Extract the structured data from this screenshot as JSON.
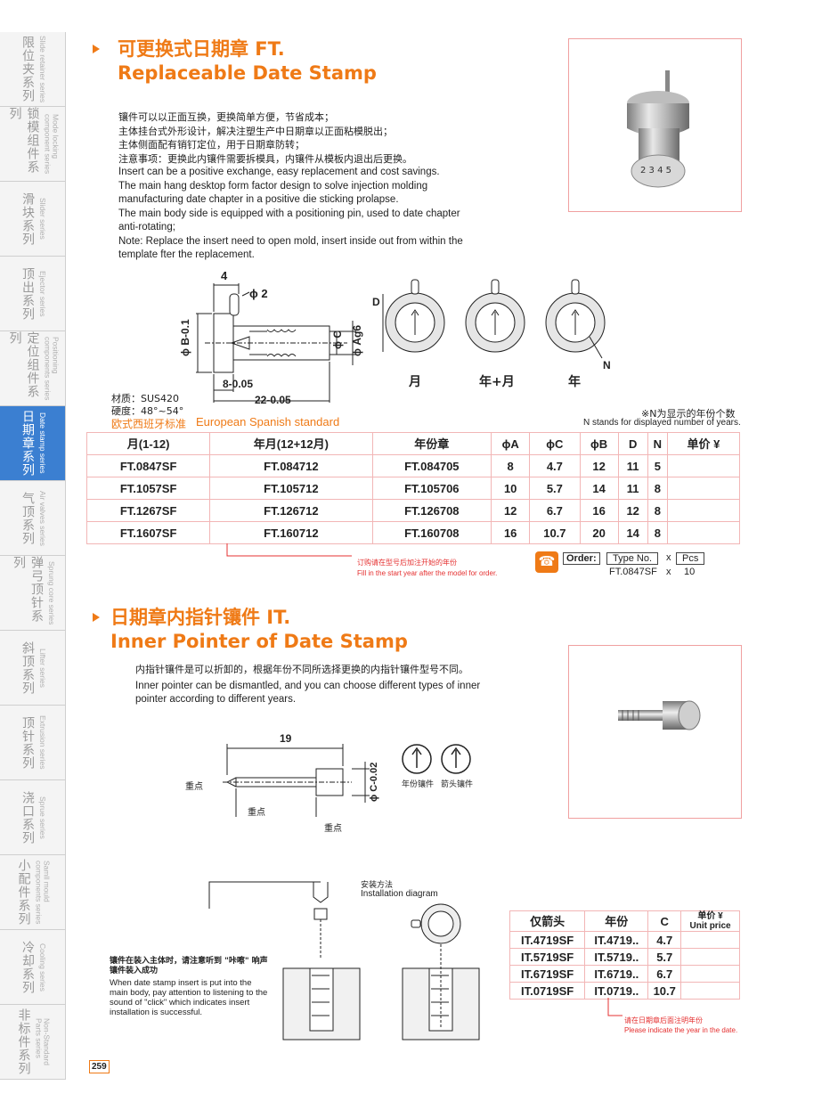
{
  "sidebar": {
    "tabs": [
      {
        "zh": "限位夹系列",
        "en": "Slide retainer series"
      },
      {
        "zh": "锁模组件系列",
        "en": "Mode locking\ncomponent series"
      },
      {
        "zh": "滑块系列",
        "en": "Slider series"
      },
      {
        "zh": "顶出系列",
        "en": "Ejector series"
      },
      {
        "zh": "定位组件系列",
        "en": "Positioning\ncomponents series"
      },
      {
        "zh": "日期章系列",
        "en": "Date stamp series"
      },
      {
        "zh": "气顶系列",
        "en": "Air valves series"
      },
      {
        "zh": "弹弓顶针系列",
        "en": "Sprung core series"
      },
      {
        "zh": "斜顶系列",
        "en": "Lifter series"
      },
      {
        "zh": "顶针系列",
        "en": "Extrusion series"
      },
      {
        "zh": "浇口系列",
        "en": "Sprue series"
      },
      {
        "zh": "小配件系列",
        "en": "Samll mould\ncomponents series"
      },
      {
        "zh": "冷却系列",
        "en": "Cooling series"
      },
      {
        "zh": "非标件系列",
        "en": "Non-Standard\nParts series"
      }
    ],
    "active_index": 5
  },
  "section1": {
    "title_zh": "可更换式日期章 FT.",
    "title_en": "Replaceable Date Stamp",
    "desc": [
      "镶件可以以正面互换，更换简单方便，节省成本；",
      "主体挂台式外形设计，解决注塑生产中日期章以正面粘模脱出；",
      "主体侧面配有销钉定位，用于日期章防转；",
      "注意事项：更换此内镶件需要拆模具，内镶件从模板内退出后更换。",
      "Insert can be a positive exchange, easy replacement and cost savings.",
      "The main hang desktop form factor design to solve injection molding",
      "manufacturing date chapter in a positive die sticking prolapse.",
      "The main body side is equipped with a positioning pin, used to date chapter",
      "anti-rotating;",
      "Note: Replace the insert need to open mold, insert inside out from within the",
      "template fter the replacement."
    ],
    "drawing": {
      "dim_4": "4",
      "dim_phi2": "ϕ 2",
      "dim_phiB": "ϕ B-0.1",
      "dim_phiC": "ϕ C",
      "dim_phiA": "ϕ Ag6",
      "dim_8": "8-0.05",
      "dim_22": "22-0.05",
      "dim_D": "D",
      "dim_N": "N",
      "label_month": "月",
      "label_yearmonth": "年+月",
      "label_year": "年"
    },
    "material": "材质：SUS420",
    "hardness": "硬度：48°~54°",
    "standard_zh": "欧式西班牙标准",
    "standard_en": "European Spanish standard",
    "n_note_zh": "※N为显示的年份个数",
    "n_note_en": "N stands for displayed number of years.",
    "table": {
      "headers": [
        "月(1-12)",
        "年月(12+12月)",
        "年份章",
        "ϕA",
        "ϕC",
        "ϕB",
        "D",
        "N",
        "单价 ¥"
      ],
      "rows": [
        [
          "FT.0847SF",
          "FT.084712",
          "FT.084705",
          "8",
          "4.7",
          "12",
          "11",
          "5",
          ""
        ],
        [
          "FT.1057SF",
          "FT.105712",
          "FT.105706",
          "10",
          "5.7",
          "14",
          "11",
          "8",
          ""
        ],
        [
          "FT.1267SF",
          "FT.126712",
          "FT.126708",
          "12",
          "6.7",
          "16",
          "12",
          "8",
          ""
        ],
        [
          "FT.1607SF",
          "FT.160712",
          "FT.160708",
          "16",
          "10.7",
          "20",
          "14",
          "8",
          ""
        ]
      ]
    },
    "order_note_zh": "订购请在型号后加注开始的年份",
    "order_note_en": "Fill in the start year after the model for order.",
    "order": {
      "label": "Order:",
      "type_label": "Type No.",
      "x1": "x",
      "pcs_label": "Pcs",
      "example_type": "FT.0847SF",
      "x2": "x",
      "example_pcs": "10"
    }
  },
  "section2": {
    "title_zh": "日期章内指针镶件 IT.",
    "title_en": "Inner Pointer of Date Stamp",
    "desc": [
      "内指针镶件是可以折卸的，根据年份不同所选择更换的内指针镶件型号不同。",
      "Inner pointer can be dismantled, and you can choose different types of inner",
      "pointer according to different years."
    ],
    "drawing": {
      "dim_19": "19",
      "dim_phiC": "ϕ C-0.02",
      "key1": "重点",
      "key2": "重点",
      "key3": "重点",
      "insert_year": "年份镶件",
      "insert_arrow": "箭头镶件"
    },
    "install_zh": "安装方法",
    "install_en": "Installation diagram",
    "click_note_zh": "镶件在装入主体时，请注意听到 \"咔嚓\" 响声镶件装入成功",
    "click_note_en": "When date stamp insert is put into the main body, pay attention to listening to the sound of \"click\" which indicates insert installation is successful.",
    "table": {
      "headers": [
        "仅箭头",
        "年份",
        "C",
        "单价 ¥\nUnit price"
      ],
      "rows": [
        [
          "IT.4719SF",
          "IT.4719..",
          "4.7",
          ""
        ],
        [
          "IT.5719SF",
          "IT.5719..",
          "5.7",
          ""
        ],
        [
          "IT.6719SF",
          "IT.6719..",
          "6.7",
          ""
        ],
        [
          "IT.0719SF",
          "IT.0719..",
          "10.7",
          ""
        ]
      ]
    },
    "year_note_zh": "请在日期章后面注明年份",
    "year_note_en": "Please indicate the year in the date."
  },
  "page_number": "259",
  "colors": {
    "accent": "#ef7a16",
    "active_tab": "#3b7fd1",
    "table_border": "#f2b6b6",
    "note_red": "#e53030"
  }
}
